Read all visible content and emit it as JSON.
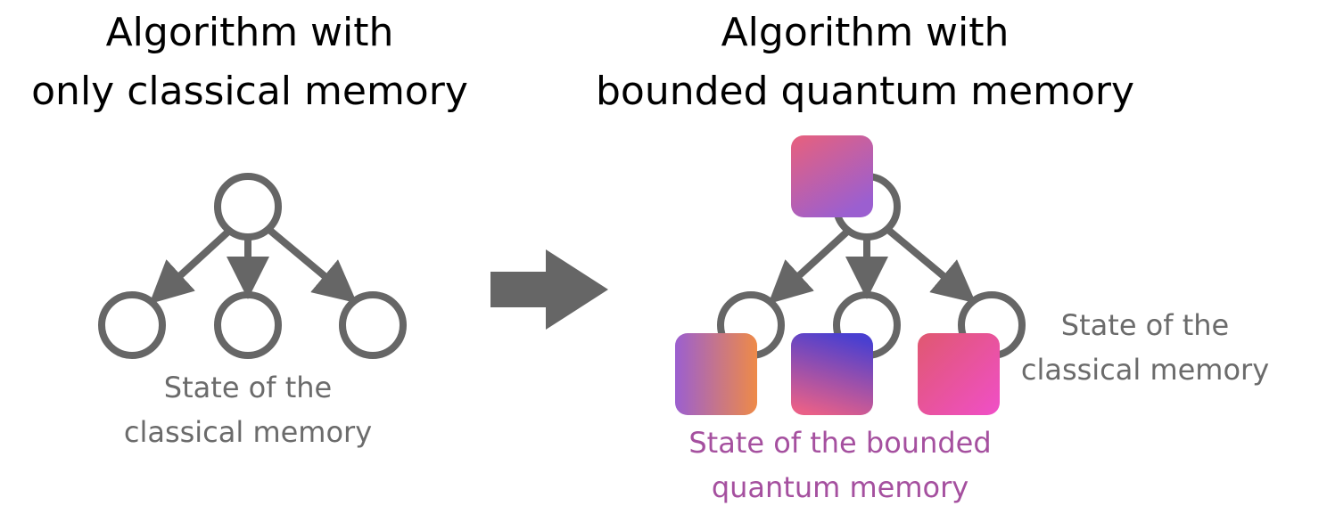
{
  "left_panel": {
    "title_line1": "Algorithm with",
    "title_line2": "only classical memory",
    "caption_line1": "State of the",
    "caption_line2": "classical memory"
  },
  "right_panel": {
    "title_line1": "Algorithm with",
    "title_line2": "bounded quantum memory",
    "classical_caption_line1": "State of the",
    "classical_caption_line2": "classical memory",
    "quantum_caption_line1": "State of the bounded",
    "quantum_caption_line2": "quantum memory"
  },
  "colors": {
    "graph_grey": "#666666",
    "caption_grey": "#6b6b6b",
    "quantum_caption": "#a5509f",
    "quantum_gradients": [
      [
        "#e8607c",
        "#9b5fd0"
      ],
      [
        "#9b5fd0",
        "#ee8a48"
      ],
      [
        "#4a3fd0",
        "#e96088"
      ],
      [
        "#e05870",
        "#f04fc8"
      ]
    ]
  },
  "icons": [
    "tree-graph-icon",
    "right-arrow-icon",
    "quantum-state-square-icon"
  ]
}
